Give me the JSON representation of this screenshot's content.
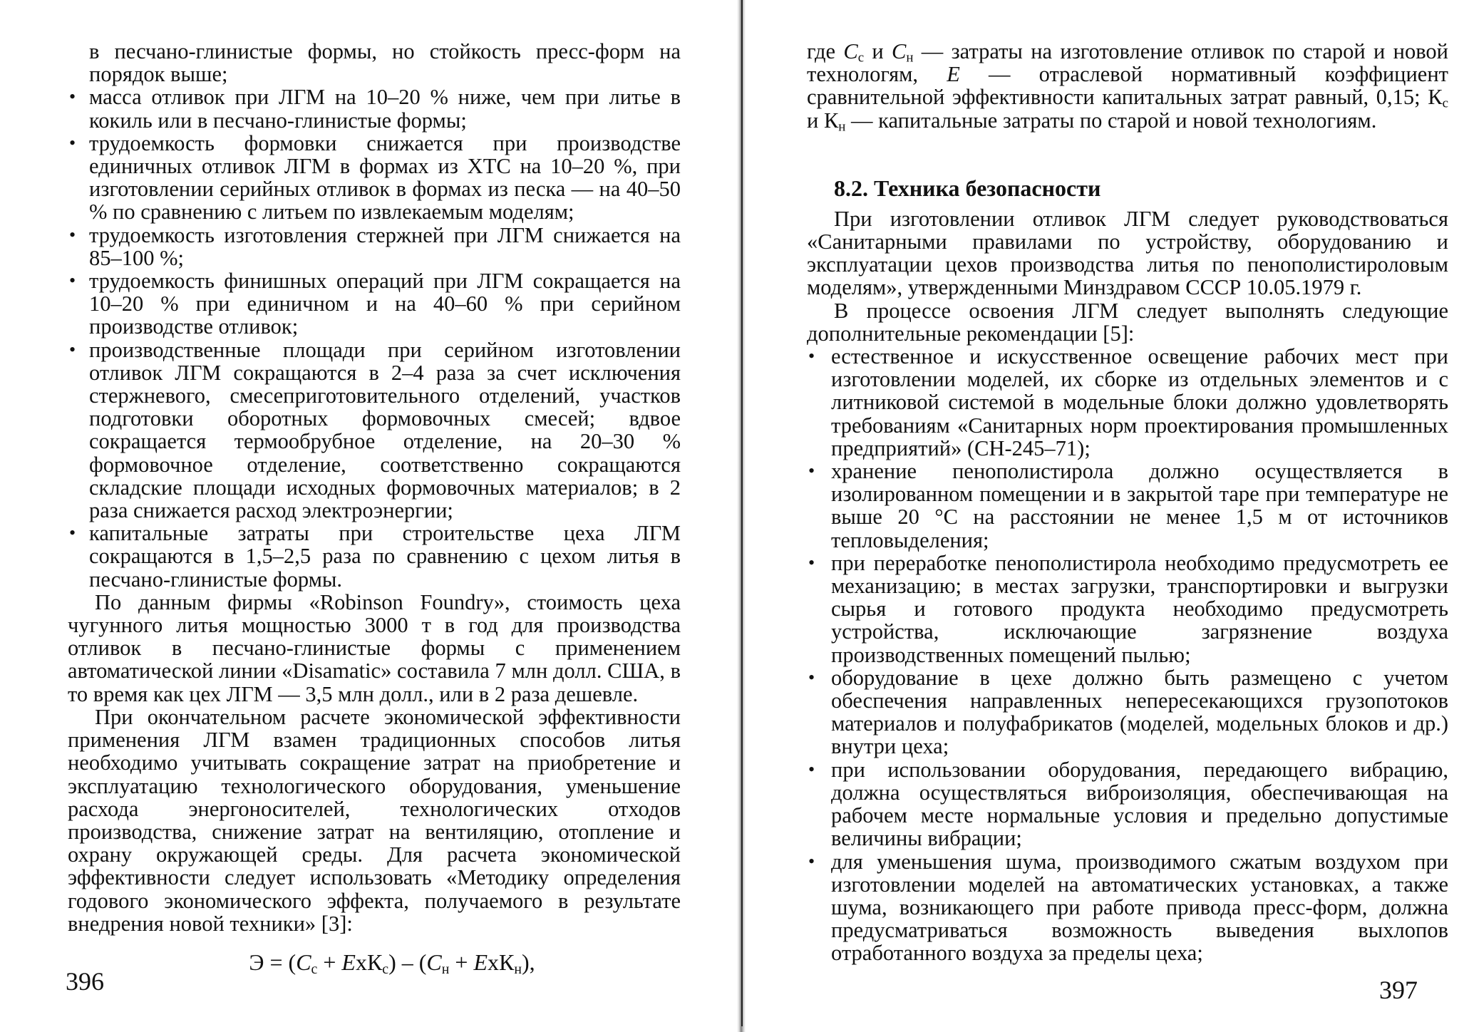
{
  "left_page": {
    "opening_text": "в песчано-глинистые формы, но стойкость пресс-форм на порядок выше;",
    "bullets": [
      "масса отливок при ЛГМ на 10–20 % ниже, чем при литье в кокиль или в песчано-глинистые формы;",
      "трудоемкость формовки снижается при производстве единичных отливок ЛГМ в формах из ХТС на 10–20 %, при изготовлении серийных отливок в формах из песка — на 40–50 % по сравнению с литьем по извлекаемым моделям;",
      "трудоемкость изготовления стержней при ЛГМ снижается на 85–100 %;",
      "трудоемкость финишных операций при ЛГМ сокращается на 10–20 % при единичном и на 40–60 % при серийном производстве отливок;",
      "производственные площади при серийном изготовлении отливок ЛГМ сокращаются в 2–4 раза за счет исключения стержневого, смесеприготовительного отделений, участков подготовки оборотных формовочных смесей; вдвое сокращается термообрубное отделение, на 20–30 % формовочное отделение, соответственно сокращаются складские площади исходных формовочных материалов; в 2 раза снижается расход электроэнергии;",
      "капитальные затраты при строительстве цеха ЛГМ сокращаются в 1,5–2,5 раза по сравнению с цехом литья в песчано-глинистые формы."
    ],
    "paragraph_1": "По данным фирмы «Robinson Foundry», стоимость цеха чугунного литья мощностью 3000 т в год для производства отливок в песчано-глинистые формы с применением автоматической линии «Disamatic» составила 7 млн долл. США, в то время как цех ЛГМ — 3,5 млн долл., или в 2 раза дешевле.",
    "paragraph_2": "При окончательном расчете экономической эффективности применения ЛГМ взамен традиционных способов литья необходимо учитывать сокращение затрат на приобретение и эксплуатацию технологического оборудования, уменьшение расхода энергоносителей, технологических отходов производства, снижение затрат на вентиляцию, отопление и охрану окружающей среды. Для расчета экономической эффективности следует использовать «Методику определения годового экономического эффекта, получаемого в результате внедрения новой техники» [3]:",
    "formula": {
      "lhs": "Э = (",
      "c1": "С",
      "c1_sub": "с",
      "plus1": " + ",
      "e1": "Е",
      "x1": "хК",
      "k1_sub": "с",
      "mid": ") – (",
      "c2": "С",
      "c2_sub": "н",
      "plus2": " + ",
      "e2": "Е",
      "x2": "хК",
      "k2_sub": "н",
      "end": "),"
    },
    "page_number": "396"
  },
  "right_page": {
    "top_paragraph": {
      "t1": "где ",
      "c1": "С",
      "c1_sub": "с",
      "t2": " и ",
      "c2": "С",
      "c2_sub": "н",
      "t3": " — затраты на изготовление отливок по старой и новой технологям, ",
      "e": "Е",
      "t4": " — отраслевой нормативный коэффициент сравнительной эффективности капитальных затрат равный, 0,15; К",
      "k1_sub": "с",
      "t5": " и К",
      "k2_sub": "н",
      "t6": " — капитальные затраты по старой и новой технологиям."
    },
    "section_heading": "8.2. Техника безопасности",
    "paragraph_1": "При изготовлении отливок ЛГМ следует руководствоваться «Санитарными правилами по устройству, оборудованию и эксплуатации цехов производства литья по пенополистироловым моделям», утвержденными Минздравом СССР 10.05.1979 г.",
    "paragraph_2": "В процессе освоения ЛГМ следует выполнять следующие дополнительные рекомендации [5]:",
    "bullets": [
      "естественное и искусственное освещение рабочих мест при изготовлении моделей, их сборке из отдельных элементов и с литниковой системой в модельные блоки должно удовлетворять требованиям «Санитарных норм проектирования промышленных предприятий» (СН-245–71);",
      "хранение пенополистирола должно осуществляется в изолированном помещении и в закрытой таре при температуре не выше 20 °С на расстоянии не менее 1,5 м от источников тепловыделения;",
      "при переработке пенополистирола необходимо предусмотреть ее механизацию; в местах загрузки, транспортировки и выгрузки сырья и готового продукта необходимо предусмотреть устройства, исключающие загрязнение воздуха производственных помещений пылью;",
      "оборудование в цехе должно быть размещено с учетом обеспечения направленных непересекающихся грузопотоков материалов и полуфабрикатов (моделей, модельных блоков и др.) внутри цеха;",
      "при использовании оборудования, передающего вибрацию, должна осуществляться виброизоляция, обеспечивающая на рабочем месте нормальные условия и предельно допустимые величины вибрации;",
      "для уменьшения шума, производимого сжатым воздухом при изготовлении моделей на автоматических установках, а также шума, возникающего при работе привода пресс-форм, должна предусматриваться возможность выведения выхлопов отработанного воздуха за пределы цеха;"
    ],
    "page_number": "397"
  },
  "bullet_glyph": "•"
}
